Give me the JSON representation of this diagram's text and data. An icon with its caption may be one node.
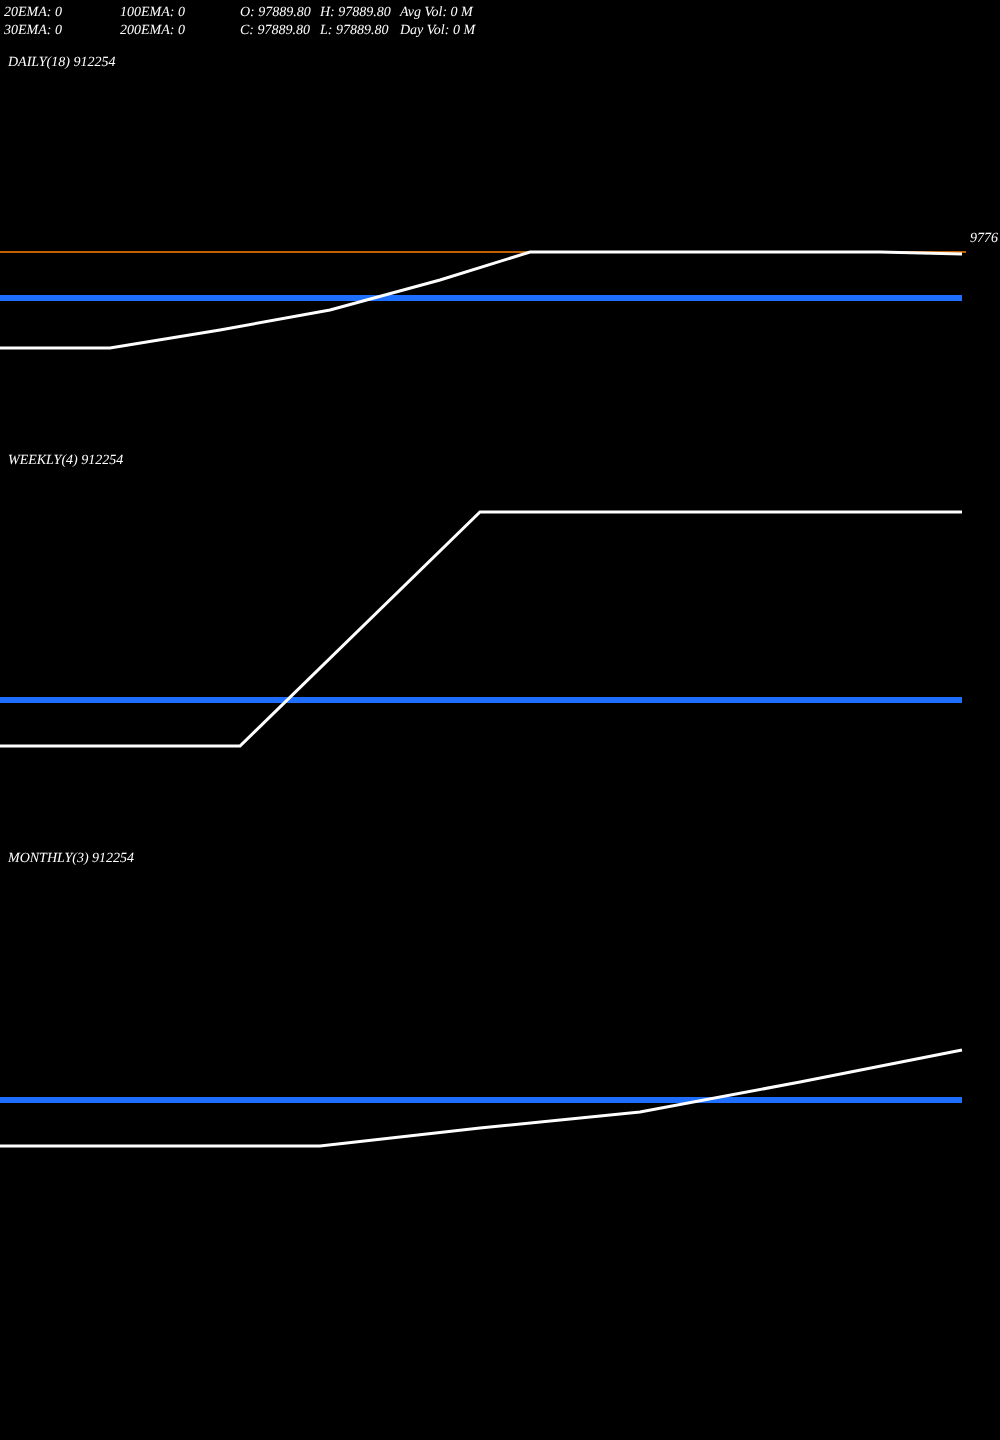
{
  "diagram": {
    "labels": [
      "20EMA: 0",
      "100EMA: 0",
      "O: 97889.80",
      "H: 97889.80",
      "Avg Vol: 0  M",
      "30EMA: 0",
      "200EMA: 0",
      "C: 97889.80",
      "L: 97889.80",
      "Day Vol: 0  M",
      "DAILY(18)  912254",
      "9776",
      "WEEKLY(4)  912254",
      "MONTHLY(3)  912254"
    ]
  }
}
